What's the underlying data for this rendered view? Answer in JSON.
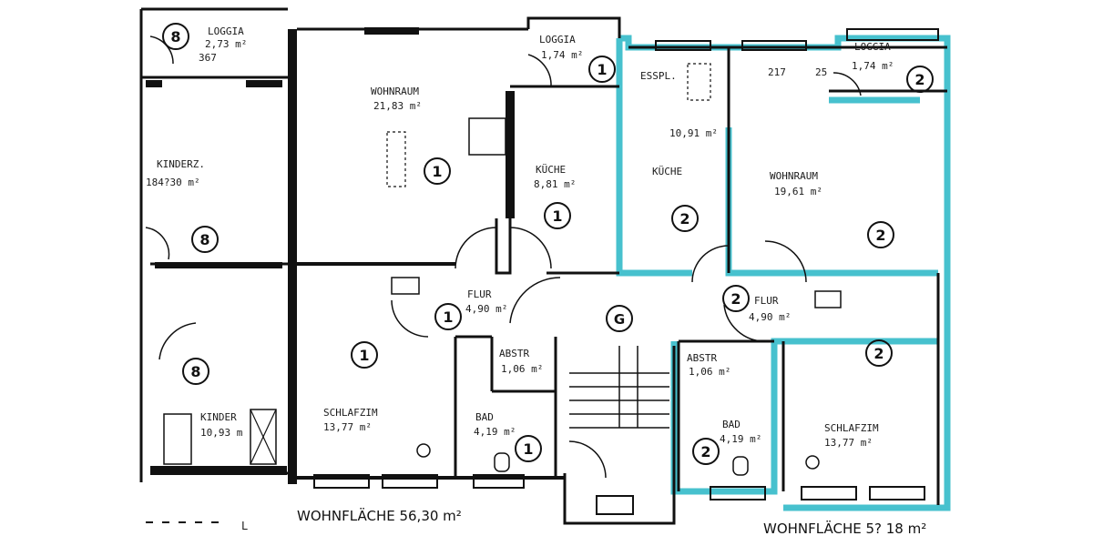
{
  "colors": {
    "line": "#111111",
    "highlight": "#27b7c6",
    "paper": "#ffffff"
  },
  "rooms": {
    "loggia_left": {
      "name": "LOGGIA",
      "area": "2,73 m²",
      "extra": "367",
      "unit": "8"
    },
    "kinderzimmer_left": {
      "name": "KINDERZ.",
      "area": "184?30 m²",
      "unit": "8"
    },
    "unit8_mid": {
      "unit": "8"
    },
    "kind_bottom_left": {
      "name": "KINDER",
      "area": "10,93 m",
      "unit": "8"
    },
    "loggia_1": {
      "name": "LOGGIA",
      "area": "1,74 m²",
      "unit": "1"
    },
    "wohnraum_1": {
      "name": "WOHNRAUM",
      "area": "21,83 m²",
      "unit": "1"
    },
    "kueche_1": {
      "name": "KÜCHE",
      "area": "8,81 m²",
      "unit": "1"
    },
    "flur_1": {
      "name": "FLUR",
      "area": "4,90 m²",
      "unit": "1"
    },
    "schlafzim_1": {
      "name": "SCHLAFZIM",
      "area": "13,77 m²",
      "unit": "1"
    },
    "abstr_1": {
      "name": "ABSTR",
      "area": "1,06 m²"
    },
    "bad_1": {
      "name": "BAD",
      "area": "4,19 m²",
      "unit": "1"
    },
    "stair": {
      "unit": "G"
    },
    "esspl_2": {
      "name": "ESSPL.",
      "area": "10,91 m²"
    },
    "kueche_2": {
      "name": "KÜCHE",
      "unit": "2"
    },
    "loggia_2": {
      "name": "LOGGIA",
      "area": "1,74 m²",
      "unit": "2"
    },
    "dim_217": {
      "text": "217"
    },
    "dim_25": {
      "text": "25"
    },
    "wohnraum_2": {
      "name": "WOHNRAUM",
      "area": "19,61 m²",
      "unit": "2"
    },
    "flur_2": {
      "name": "FLUR",
      "area": "4,90 m²",
      "unit": "2"
    },
    "abstr_2": {
      "name": "ABSTR",
      "area": "1,06 m²"
    },
    "bad_2": {
      "name": "BAD",
      "area": "4,19 m²",
      "unit": "2"
    },
    "schlafzim_2": {
      "name": "SCHLAFZIM",
      "area": "13,77 m²",
      "unit": "2"
    }
  },
  "footer": {
    "left_total": "WOHNFLÄCHE 56,30 m²",
    "right_total": "WOHNFLÄCHE 5? 18 m²",
    "left_mark": "L"
  }
}
